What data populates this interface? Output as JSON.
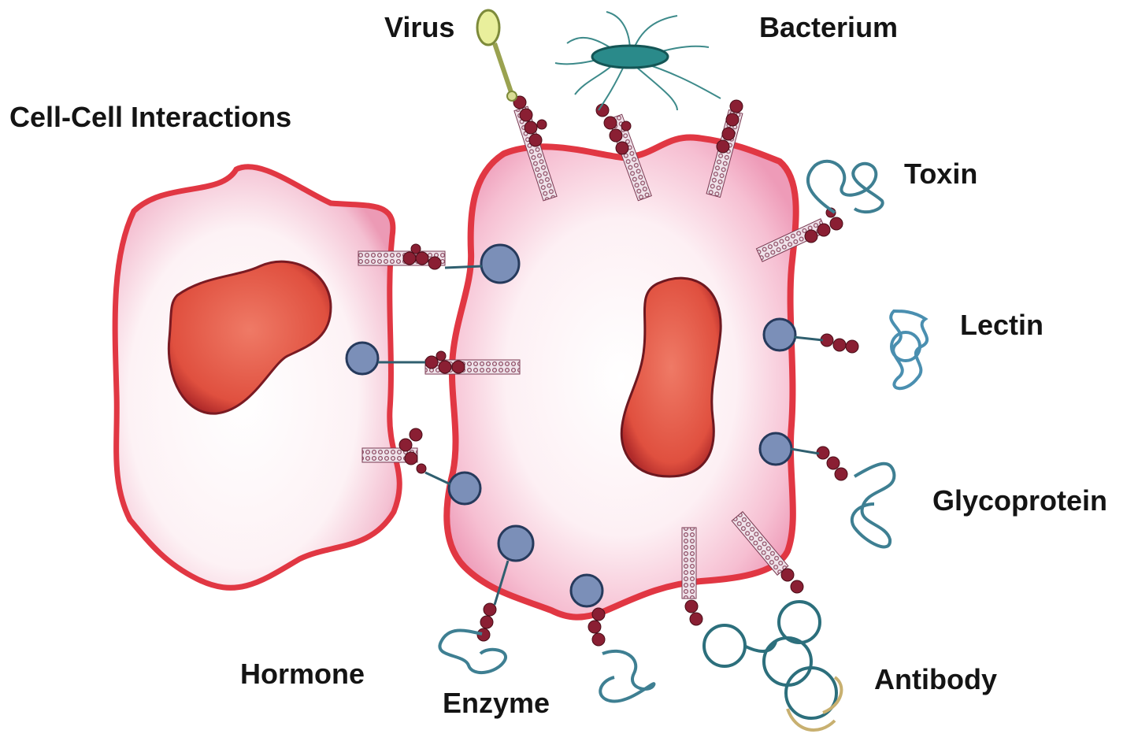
{
  "labels": {
    "virus": "Virus",
    "bacterium": "Bacterium",
    "cell_cell": "Cell-Cell Interactions",
    "toxin": "Toxin",
    "lectin": "Lectin",
    "glycoprotein": "Glycoprotein",
    "hormone": "Hormone",
    "enzyme": "Enzyme",
    "antibody": "Antibody"
  },
  "colors": {
    "membrane": "#e0353f",
    "cytoplasm": "#f7c6d8",
    "nucleus": "#e6564a",
    "glycan": "#8a1f33",
    "protein": "#2f5f6f",
    "binding_partner": "#3e7f92",
    "virus_capsid": "#e9ef9c",
    "bacterium": "#2a8a8a"
  },
  "icons": [
    "virus-icon",
    "bacterium-icon",
    "toxin-icon",
    "lectin-icon",
    "glycoprotein-icon",
    "hormone-icon",
    "enzyme-icon",
    "antibody-icon"
  ]
}
